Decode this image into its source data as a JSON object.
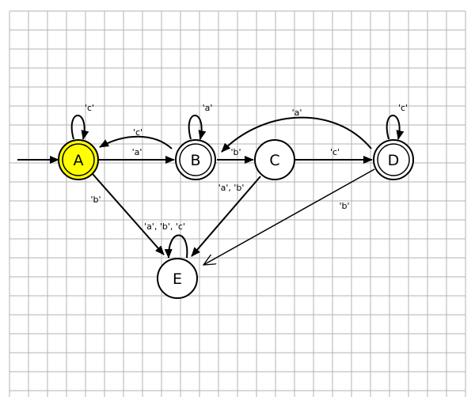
{
  "colors": {
    "grid": "#b3b3b3",
    "ink": "#000000",
    "active_fill": "#ffff00",
    "state_fill": "#ffffff"
  },
  "states": {
    "A": {
      "label": "A",
      "accepting": true,
      "active": true
    },
    "B": {
      "label": "B",
      "accepting": true
    },
    "C": {
      "label": "C",
      "accepting": false
    },
    "D": {
      "label": "D",
      "accepting": true
    },
    "E": {
      "label": "E",
      "accepting": false
    }
  },
  "transitions": {
    "a_self": "'c'",
    "b_self": "'a'",
    "d_self": "'c'",
    "e_self": "'a', 'b', 'c'",
    "a_to_b": "'a'",
    "b_to_a": "'c'",
    "b_to_c": "'b'",
    "c_to_d": "'c'",
    "d_to_b": "'a'",
    "a_to_e": "'b'",
    "c_to_e": "'a', 'b'",
    "d_to_e": "'b'"
  }
}
